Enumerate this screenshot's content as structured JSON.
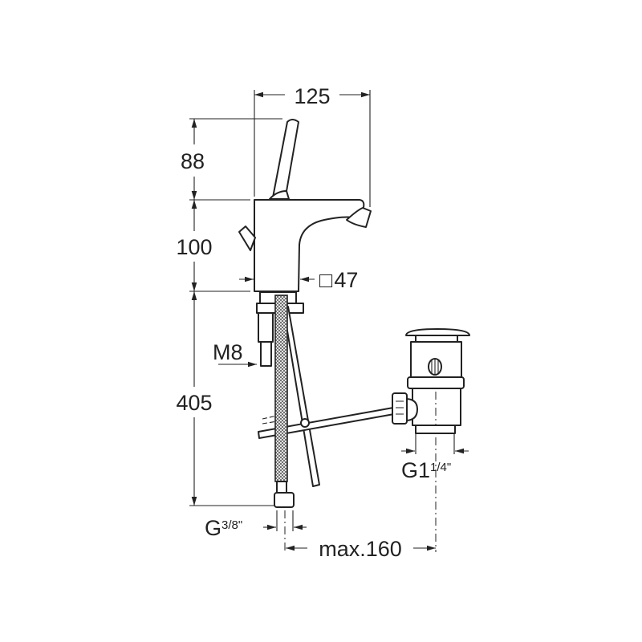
{
  "dimensions": {
    "width_top": "125",
    "lever_height": "88",
    "body_height": "100",
    "base_square_symbol": "□",
    "base_square": "47",
    "stud_thread": "M8",
    "hose_length": "405",
    "hose_thread_prefix": "G",
    "hose_thread_fraction": "3/8\"",
    "waste_thread_prefix": "G1",
    "waste_thread_fraction": "1/4\"",
    "rod_distance": "max.160"
  },
  "colors": {
    "line": "#222222",
    "background": "#ffffff"
  }
}
